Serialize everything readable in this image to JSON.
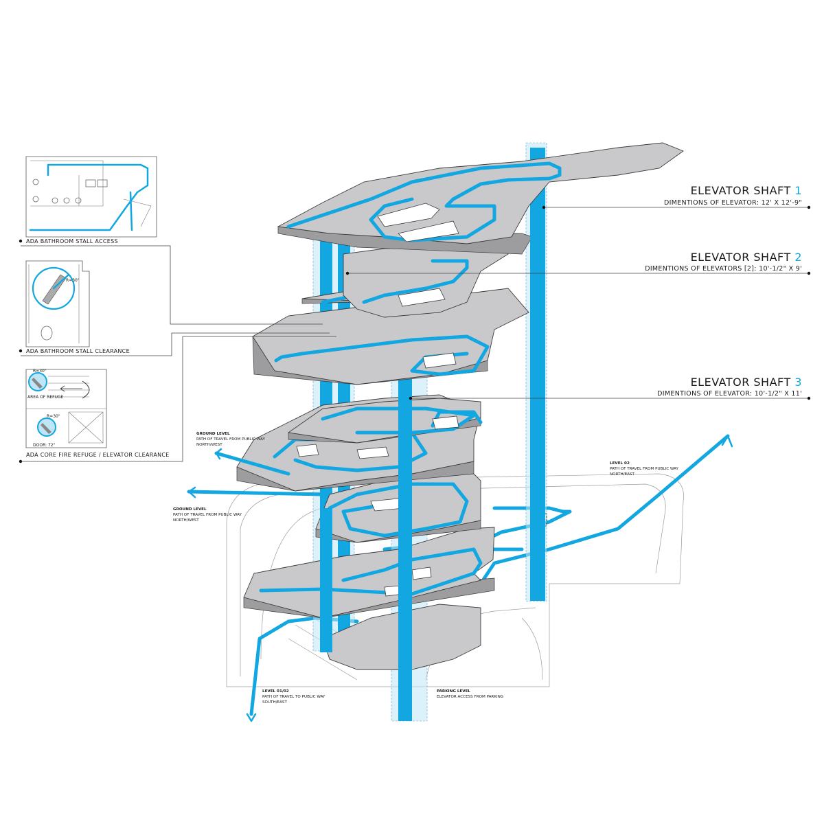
{
  "colors": {
    "accent": "#12a7e0",
    "slab": "#c9c9cb",
    "line": "#3a3a3a"
  },
  "shafts": [
    {
      "title": "ELEVATOR SHAFT",
      "number": "1",
      "dimensions": "DIMENTIONS OF ELEVATOR: 12' X 12'-9\""
    },
    {
      "title": "ELEVATOR SHAFT",
      "number": "2",
      "dimensions": "DIMENTIONS OF ELEVATORS [2]: 10'-1/2\" X 9'"
    },
    {
      "title": "ELEVATOR SHAFT",
      "number": "3",
      "dimensions": "DIMENTIONS OF ELEVATOR: 10'-1/2\" X 11'"
    }
  ],
  "insets": [
    {
      "label": "ADA BATHROOM STALL ACCESS"
    },
    {
      "label": "ADA BATHROOM STALL CLEARANCE",
      "radius": "R=30\""
    },
    {
      "label": "ADA CORE FIRE REFUGE / ELEVATOR CLEARANCE",
      "radius_top": "R=30\"",
      "radius_bottom": "R=30\"",
      "refuge": "AREA OF REFUGE",
      "door": "DOOR: 72\""
    }
  ],
  "paths": {
    "ground_nw_upper": {
      "title": "GROUND LEVEL",
      "line1": "PATH OF TRAVEL FROM PUBLIC WAY",
      "line2": "NORTH/WEST"
    },
    "ground_nw_lower": {
      "title": "GROUND LEVEL",
      "line1": "PATH OF TRAVEL FROM PUBLIC WAY",
      "line2": "NORTH/WEST"
    },
    "level02_ne": {
      "title": "LEVEL 02",
      "line1": "PATH OF TRAVEL FROM PUBLIC WAY",
      "line2": "NORTH/EAST"
    },
    "level0102_se": {
      "title": "LEVEL 01/02",
      "line1": "PATH OF TRAVEL TO PUBLIC WAY",
      "line2": "SOUTH/EAST"
    },
    "parking": {
      "title": "PARKING LEVEL",
      "line1": "ELEVATOR ACCESS FROM PARKING"
    }
  }
}
